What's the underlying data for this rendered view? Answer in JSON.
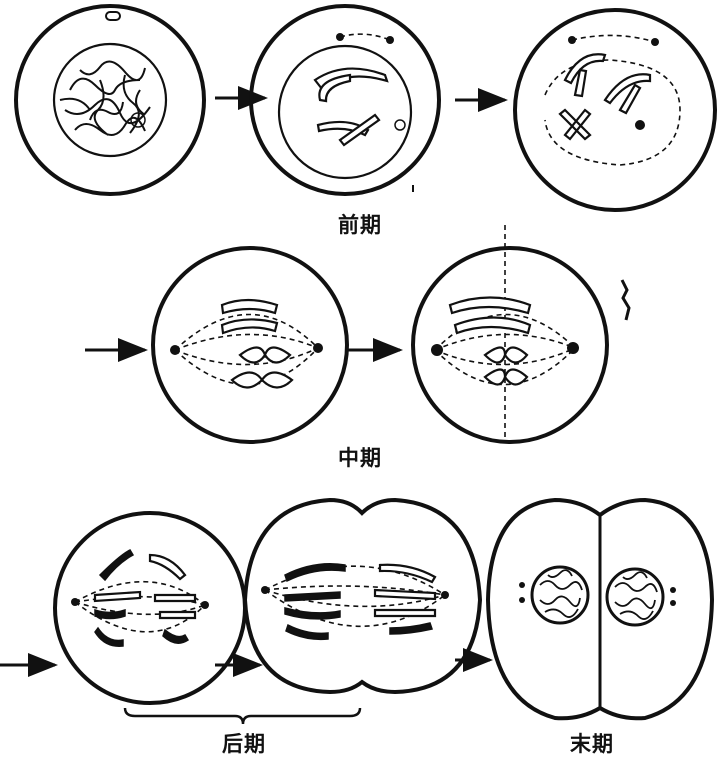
{
  "labels": {
    "prophase": "前期",
    "metaphase": "中期",
    "anaphase": "后期",
    "telophase": "末期"
  },
  "colors": {
    "ink": "#111111",
    "background": "#ffffff"
  }
}
